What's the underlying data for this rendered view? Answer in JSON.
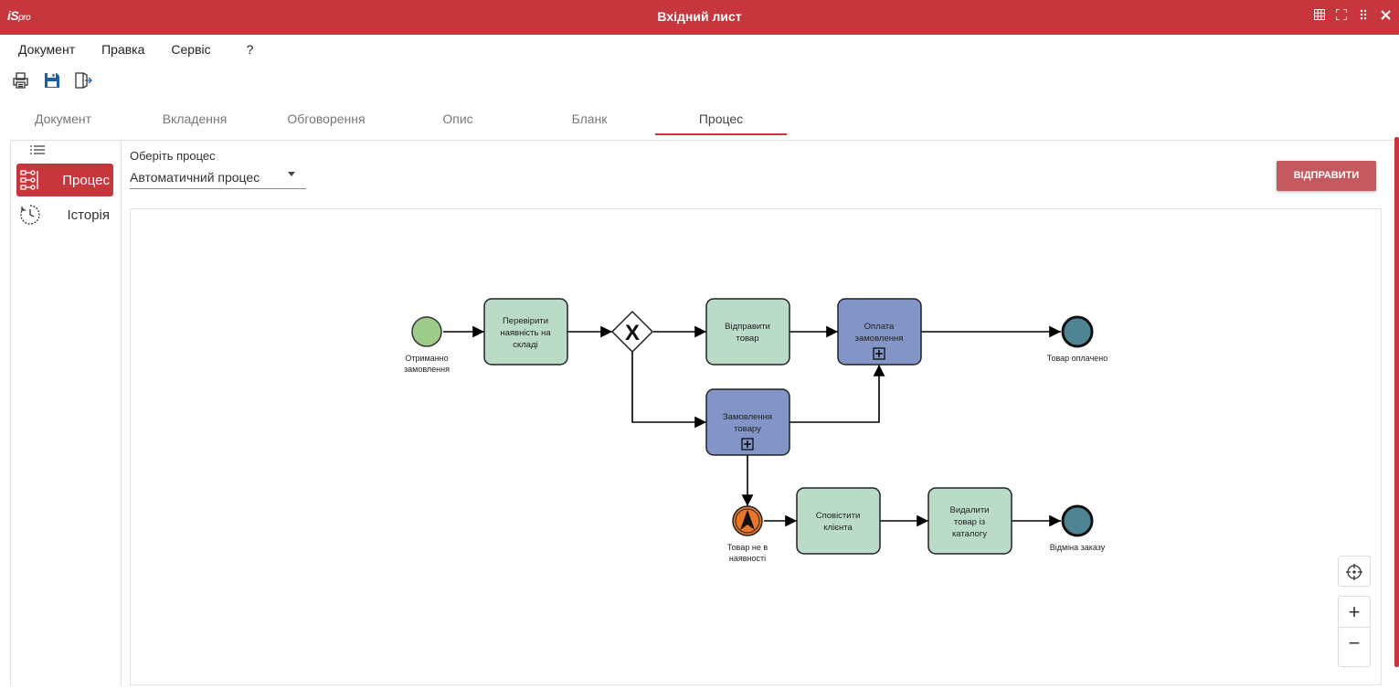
{
  "window": {
    "title": "Вхідний лист",
    "logo_main": "iS",
    "logo_sub": "pro"
  },
  "menu": {
    "items": [
      "Документ",
      "Правка",
      "Сервіс",
      "?"
    ]
  },
  "tabs": [
    "Документ",
    "Вкладення",
    "Обговорення",
    "Опис",
    "Бланк",
    "Процес"
  ],
  "active_tab": "Процес",
  "sidebar": {
    "items": [
      {
        "label": "Процес",
        "active": true
      },
      {
        "label": "Історія",
        "active": false
      }
    ]
  },
  "process_select": {
    "label": "Оберіть процес",
    "value": "Автоматичний процес"
  },
  "send_button": "ВІДПРАВИТИ",
  "zoom": {
    "plus": "+",
    "minus": "−"
  },
  "diagram": {
    "start_event": "Отриманно замовлення",
    "task_check": "Перевірити наявність на складі",
    "gateway": "X",
    "task_send": "Відправити товар",
    "subprocess_payment": "Оплата замовлення",
    "subprocess_order": "Замовлення товару",
    "end_paid": "Товар оплачено",
    "event_not_available": "Товар не в наявності",
    "task_notify": "Сповістити клієнта",
    "task_delete": "Видалити товар із каталогу",
    "end_cancel": "Відміна заказу"
  },
  "colors": {
    "accent": "#c8363d",
    "task_fill": "#b9dbc8",
    "subprocess_fill": "#8295c6",
    "start_fill": "#9ccb8a",
    "end_fill": "#4f8494",
    "escalation_fill": "#e8762a"
  }
}
